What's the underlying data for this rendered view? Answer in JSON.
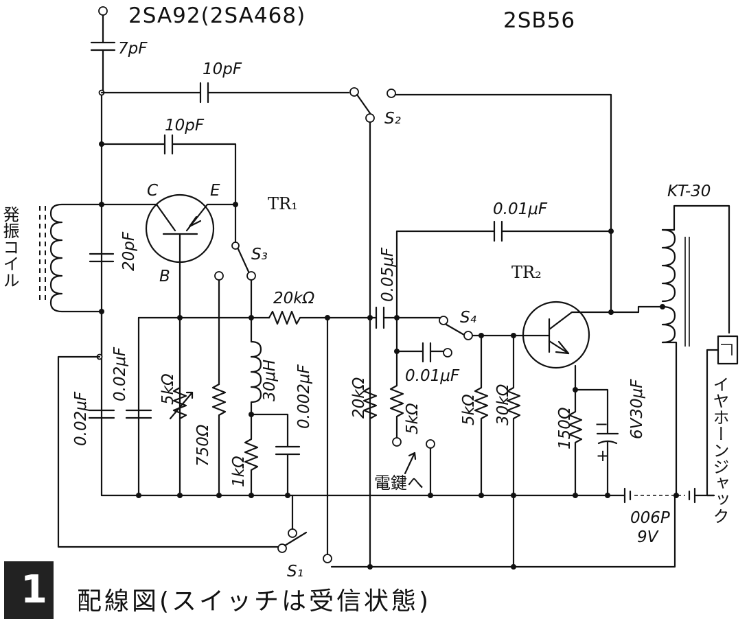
{
  "headers": {
    "tr1_type": "2SA92(2SA468)",
    "tr2_type": "2SB56"
  },
  "figure": {
    "number": "1",
    "caption": "配線図(スイッチは受信状態)"
  },
  "labels": {
    "c_antenna": "7pF",
    "c_s2": "10pF",
    "c_feedback": "10pF",
    "c_tank": "20pF",
    "osc_coil": "発振コイル",
    "tr1": "TR₁",
    "tr1_c": "C",
    "tr1_e": "E",
    "tr1_b": "B",
    "s1": "S₁",
    "s2": "S₂",
    "s3": "S₃",
    "s4": "S₄",
    "r_20k_series": "20kΩ",
    "c_005": "0.05μF",
    "c_001_top": "0.01μF",
    "tr2": "TR₂",
    "transformer": "KT-30",
    "c_002_a": "0.02μF",
    "c_002_b": "0.02μF",
    "vr_5k": "5kΩ",
    "r_750": "750Ω",
    "r_1k": "1kΩ",
    "l_30uh": "30μH",
    "c_0002": "0.002μF",
    "r_20k_v": "20kΩ",
    "c_001_mid": "0.01μF",
    "r_5k_key": "5kΩ",
    "key": "電鍵へ",
    "r_5k_b": "5kΩ",
    "r_30k": "30kΩ",
    "r_150": "150Ω",
    "c_30uf": "6V30μF",
    "plus": "+",
    "minus": "−",
    "battery_type": "006P",
    "battery_v": "9V",
    "earphone": "イヤホーンジャック"
  },
  "colors": {
    "ink": "#111111",
    "paper": "#ffffff",
    "badge": "#222222"
  }
}
